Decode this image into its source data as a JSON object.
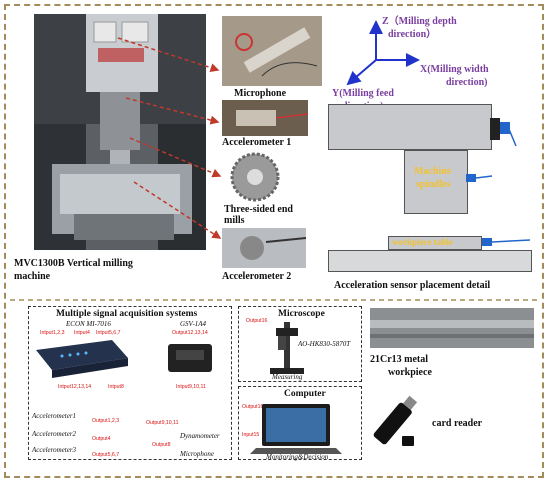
{
  "machine": {
    "label_line1": "MVC1300B Vertical milling",
    "label_line2": "machine"
  },
  "components": {
    "microphone": "Microphone",
    "accelerometer1": "Accelerometer 1",
    "endmill_line1": "Three-sided end",
    "endmill_line2": "mills",
    "accelerometer2": "Accelerometer 2"
  },
  "axes": {
    "z_line1": "Z（Milling depth",
    "z_line2": "direction）",
    "x_line1": "X(Milling width",
    "x_line2": "direction)",
    "y_line1": "Y(Milling feed",
    "y_line2": "direction)"
  },
  "placement": {
    "spindle_line1": "Machine",
    "spindle_line2": "spindles",
    "workpiece_table": "workpiece table",
    "caption": "Acceleration sensor placement detail"
  },
  "acquisition": {
    "title": "Multiple signal acquisition systems",
    "device1": "ECON MI-7016",
    "device2": "GSV-1A4",
    "d1_top": [
      "Intput1,2,3",
      "Intput4",
      "Intput5,6,7"
    ],
    "d1_bottom": [
      "Intput12,13,14",
      "Intput8"
    ],
    "d2_top": "Output12,13,14",
    "d2_bottom": "Intput9,10,11",
    "sensors": [
      {
        "name": "Accelerometer1",
        "out": "Output1,2,3"
      },
      {
        "name": "Accelerometer2",
        "out": "Output4"
      },
      {
        "name": "Accelerometer3",
        "out": "Output5,6,7"
      }
    ],
    "dyn_out": "Output9,10,11",
    "dynamometer": "Dynamometer",
    "mic_out": "Output8",
    "microphone": "Microphone"
  },
  "microscope": {
    "title": "Microscope",
    "output": "Output16",
    "model": "AO-HK830-5870T",
    "caption": "Measuring"
  },
  "computer": {
    "title": "Computer",
    "out": "Output16",
    "in": "Input15",
    "caption": "Monitoring&Decision"
  },
  "workpiece": {
    "line1": "21Cr13  metal",
    "line2": "workpiece"
  },
  "card_reader": "card reader",
  "colors": {
    "frame": "#a38b5a",
    "arrow": "#c0392b",
    "axis": "#2233cc",
    "axis_text": "#7a3fa0",
    "spindle_text": "#f2c230",
    "lead": "#d11"
  }
}
